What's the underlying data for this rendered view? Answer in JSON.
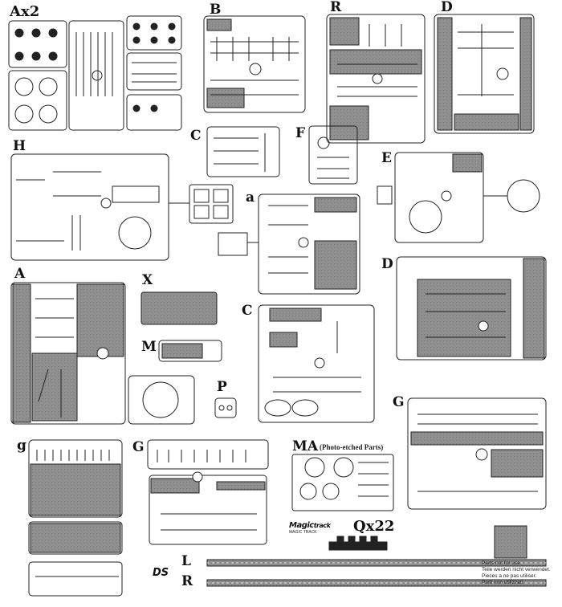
{
  "sprue_labels": {
    "ax2": "Ax2",
    "b": "B",
    "r": "R",
    "d_top": "D",
    "c_top": "C",
    "f": "F",
    "h": "H",
    "e": "E",
    "a_small": "a",
    "a": "A",
    "x": "X",
    "m": "M",
    "c_mid": "C",
    "d_mid": "D",
    "p": "P",
    "g_right": "G",
    "g_small": "g",
    "g_mid": "G",
    "ma": "MA",
    "qx22": "Qx22",
    "track_l": "L",
    "track_r": "R"
  },
  "ma_note": "(Photo-etched Parts)",
  "magic_track": {
    "word1": "Magic",
    "word2": "track",
    "sub": "MAGIC TRACK"
  },
  "ds_logo": "DS",
  "not_used_legend": [
    "Parts not for use.",
    "Teile werden nicht verwendet.",
    "Pieces a ne pas utiliser.",
    "Parti non utilizzati."
  ],
  "colors": {
    "unused_fill": "#8f8f8f",
    "line": "#222222",
    "background": "#ffffff"
  }
}
